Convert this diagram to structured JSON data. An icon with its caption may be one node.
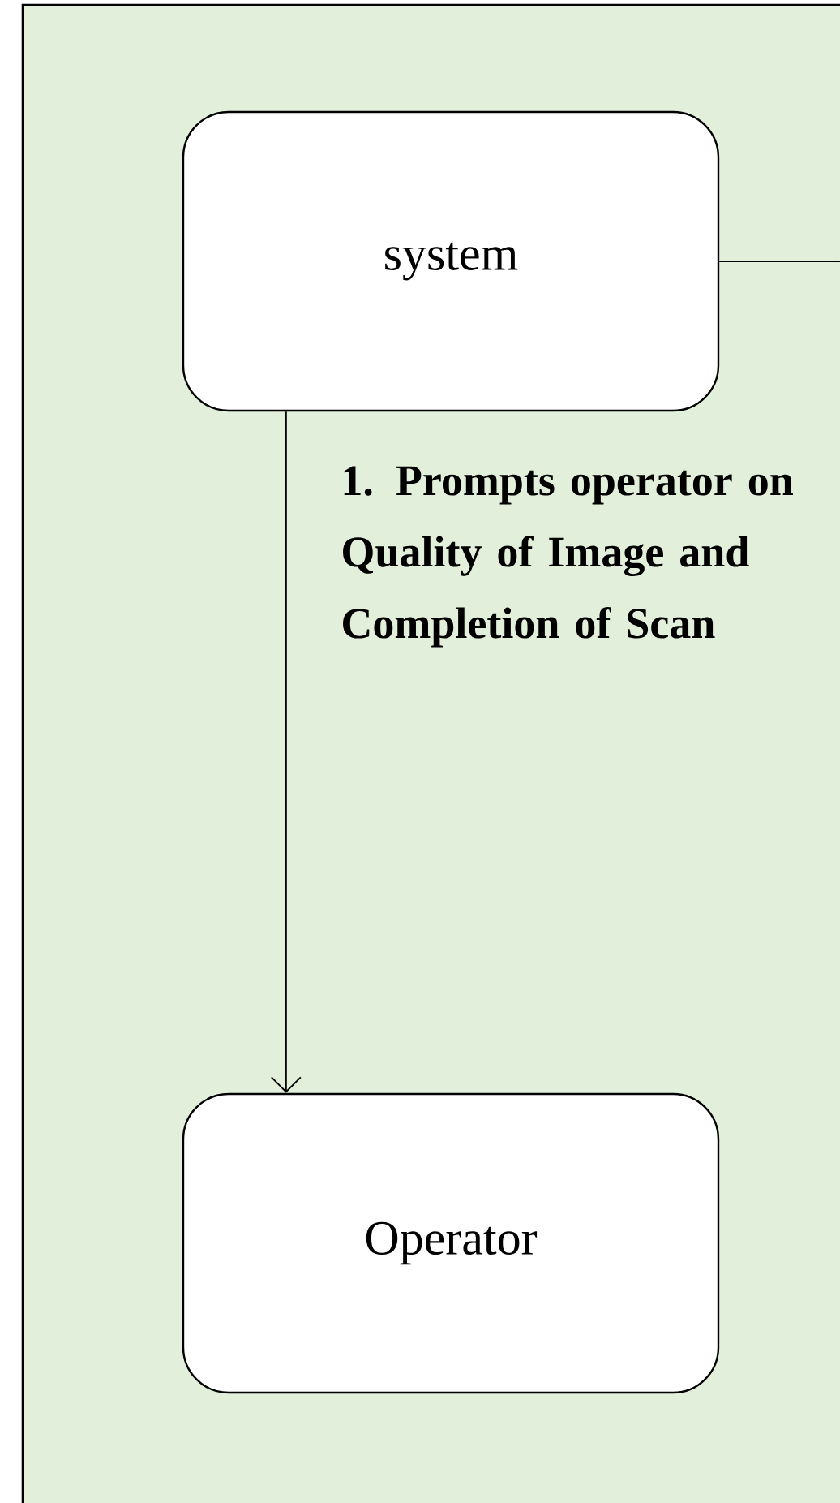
{
  "diagram": {
    "nodes": [
      {
        "text": [
          "system"
        ]
      },
      {
        "text": [
          "Operator"
        ]
      }
    ],
    "edges": [
      {
        "from": 0,
        "to": 1,
        "arrow": "to",
        "label": "1. Prompts operator on Quality of Image and Completion of Scan"
      },
      {
        "from": 0,
        "to": null,
        "arrow": "none"
      }
    ]
  }
}
